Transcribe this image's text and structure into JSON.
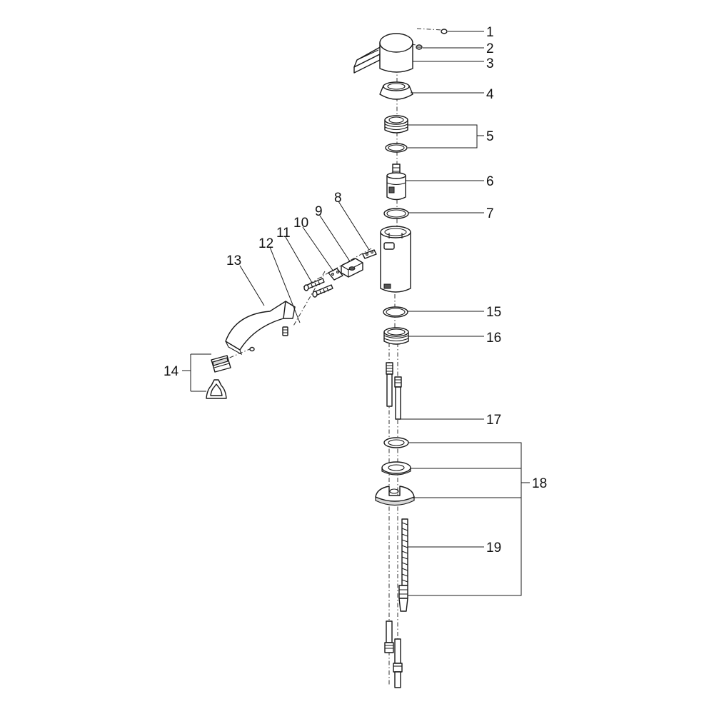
{
  "diagram": {
    "type": "exploded-parts-diagram",
    "callouts": [
      "1",
      "2",
      "3",
      "4",
      "5",
      "6",
      "7",
      "8",
      "9",
      "10",
      "11",
      "12",
      "13",
      "14",
      "15",
      "16",
      "17",
      "18",
      "19"
    ]
  }
}
